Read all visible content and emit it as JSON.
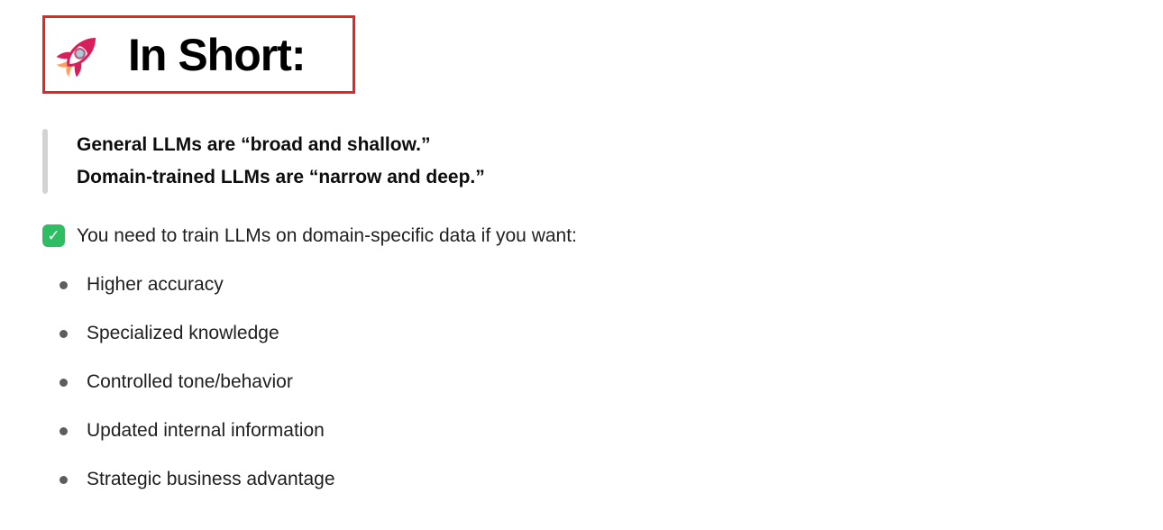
{
  "colors": {
    "accent-red": "#e12626",
    "check-green": "#2ebd63",
    "quote-bar": "#d3d3d3",
    "bullet-gray": "#5d5d5d",
    "text-dark": "#1f1f1f"
  },
  "header": {
    "icon": "rocket-emoji",
    "title": "In Short:"
  },
  "quote": {
    "lines": [
      "General LLMs are “broad and shallow.”",
      "Domain-trained LLMs are “narrow and deep.”"
    ]
  },
  "callout": {
    "icon": "check-mark-emoji",
    "check_glyph": "✓",
    "text": "You need to train LLMs on domain-specific data if you want:"
  },
  "list": {
    "items": [
      "Higher accuracy",
      "Specialized knowledge",
      "Controlled tone/behavior",
      "Updated internal information",
      "Strategic business advantage"
    ]
  }
}
